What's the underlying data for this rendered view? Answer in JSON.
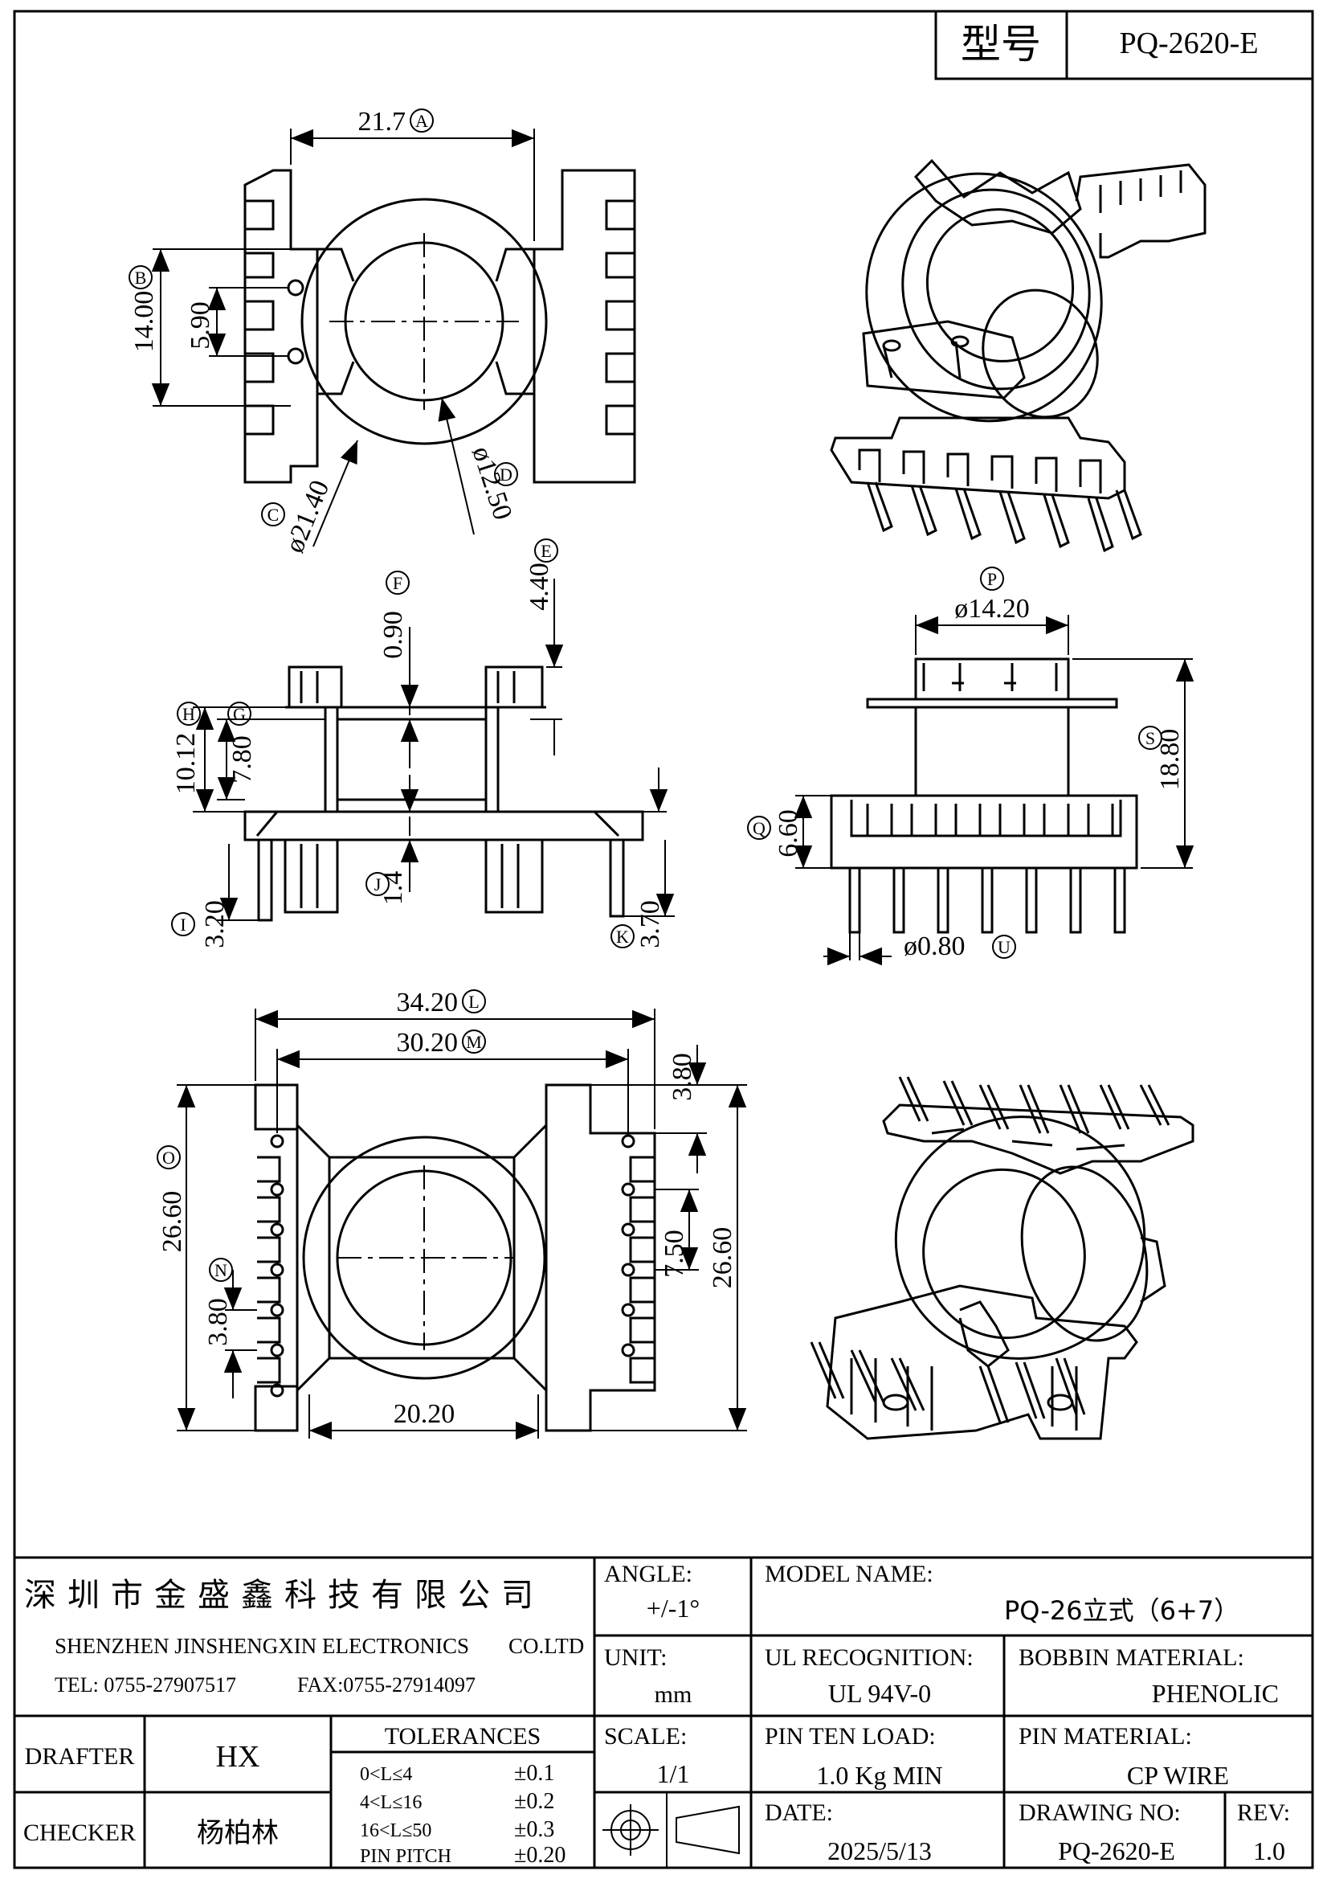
{
  "header": {
    "type_label": "型号",
    "type_value": "PQ-2620-E"
  },
  "dims": {
    "A": "21.7",
    "A_mark": "A",
    "B": "14.00",
    "B_mark": "B",
    "s590": "5.90",
    "C": "ø21.40",
    "C_mark": "C",
    "D": "ø12.50",
    "D_mark": "D",
    "E": "4.40",
    "E_mark": "E",
    "F": "0.90",
    "F_mark": "F",
    "G": "7.80",
    "G_mark": "G",
    "H": "10.12",
    "H_mark": "H",
    "I": "3.20",
    "I_mark": "I",
    "J": "1.4",
    "J_mark": "J",
    "K": "3.70",
    "K_mark": "K",
    "P": "ø14.20",
    "P_mark": "P",
    "Q": "6.60",
    "Q_mark": "Q",
    "S": "18.80",
    "S_mark": "S",
    "U": "ø0.80",
    "U_mark": "U",
    "L": "34.20",
    "L_mark": "L",
    "M": "30.20",
    "M_mark": "M",
    "O": "26.60",
    "O_mark": "O",
    "N": "3.80",
    "N_mark": "N",
    "s380r": "3.80",
    "s750": "7.50",
    "s2660r": "26.60",
    "s2020": "20.20"
  },
  "title_block": {
    "company_cn": "深圳市金盛鑫科技有限公司",
    "company_en": "SHENZHEN JINSHENGXIN ELECTRONICS",
    "company_suffix": "CO.LTD",
    "tel": "TEL: 0755-27907517",
    "fax": "FAX:0755-27914097",
    "angle_label": "ANGLE:",
    "angle_value": "+/-1°",
    "model_label": "MODEL NAME:",
    "model_value": "PQ-26立式（6+7）",
    "unit_label": "UNIT:",
    "unit_value": "mm",
    "ul_label": "UL RECOGNITION:",
    "ul_value": "UL 94V-0",
    "bobbin_label": "BOBBIN MATERIAL:",
    "bobbin_value": "PHENOLIC",
    "drafter_label": "DRAFTER",
    "drafter_value": "HX",
    "tol_label": "TOLERANCES",
    "tol_rows": [
      {
        "range": "0<L≤4",
        "value": "±0.1"
      },
      {
        "range": "4<L≤16",
        "value": "±0.2"
      },
      {
        "range": "16<L≤50",
        "value": "±0.3"
      },
      {
        "range": "PIN PITCH",
        "value": "±0.20"
      }
    ],
    "scale_label": "SCALE:",
    "scale_value": "1/1",
    "pin_load_label": "PIN TEN LOAD:",
    "pin_load_value": "1.0 Kg MIN",
    "pin_mat_label": "PIN MATERIAL:",
    "pin_mat_value": "CP WIRE",
    "checker_label": "CHECKER",
    "checker_value": "杨柏林",
    "date_label": "DATE:",
    "date_value": "2025/5/13",
    "drawing_label": "DRAWING NO:",
    "drawing_value": "PQ-2620-E",
    "rev_label": "REV:",
    "rev_value": "1.0"
  }
}
